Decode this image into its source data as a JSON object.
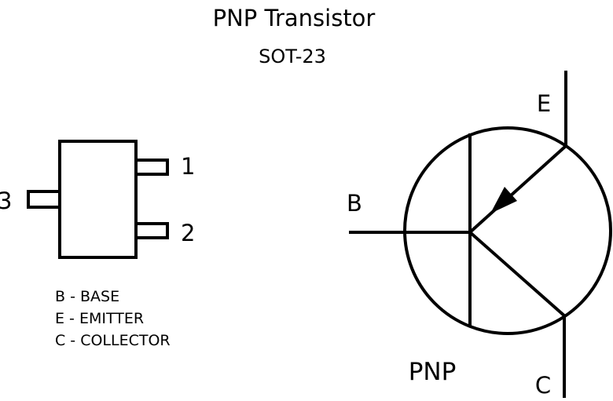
{
  "title": "PNP Transistor",
  "subtitle": "SOT-23",
  "package": {
    "pins": [
      {
        "number": "1"
      },
      {
        "number": "2"
      },
      {
        "number": "3"
      }
    ]
  },
  "legend": [
    {
      "text": "B - BASE"
    },
    {
      "text": "E - EMITTER"
    },
    {
      "text": "C - COLLECTOR"
    }
  ],
  "symbol": {
    "type_label": "PNP",
    "terminals": {
      "base": "B",
      "emitter": "E",
      "collector": "C"
    }
  },
  "colors": {
    "stroke": "#000000",
    "background": "#ffffff"
  }
}
